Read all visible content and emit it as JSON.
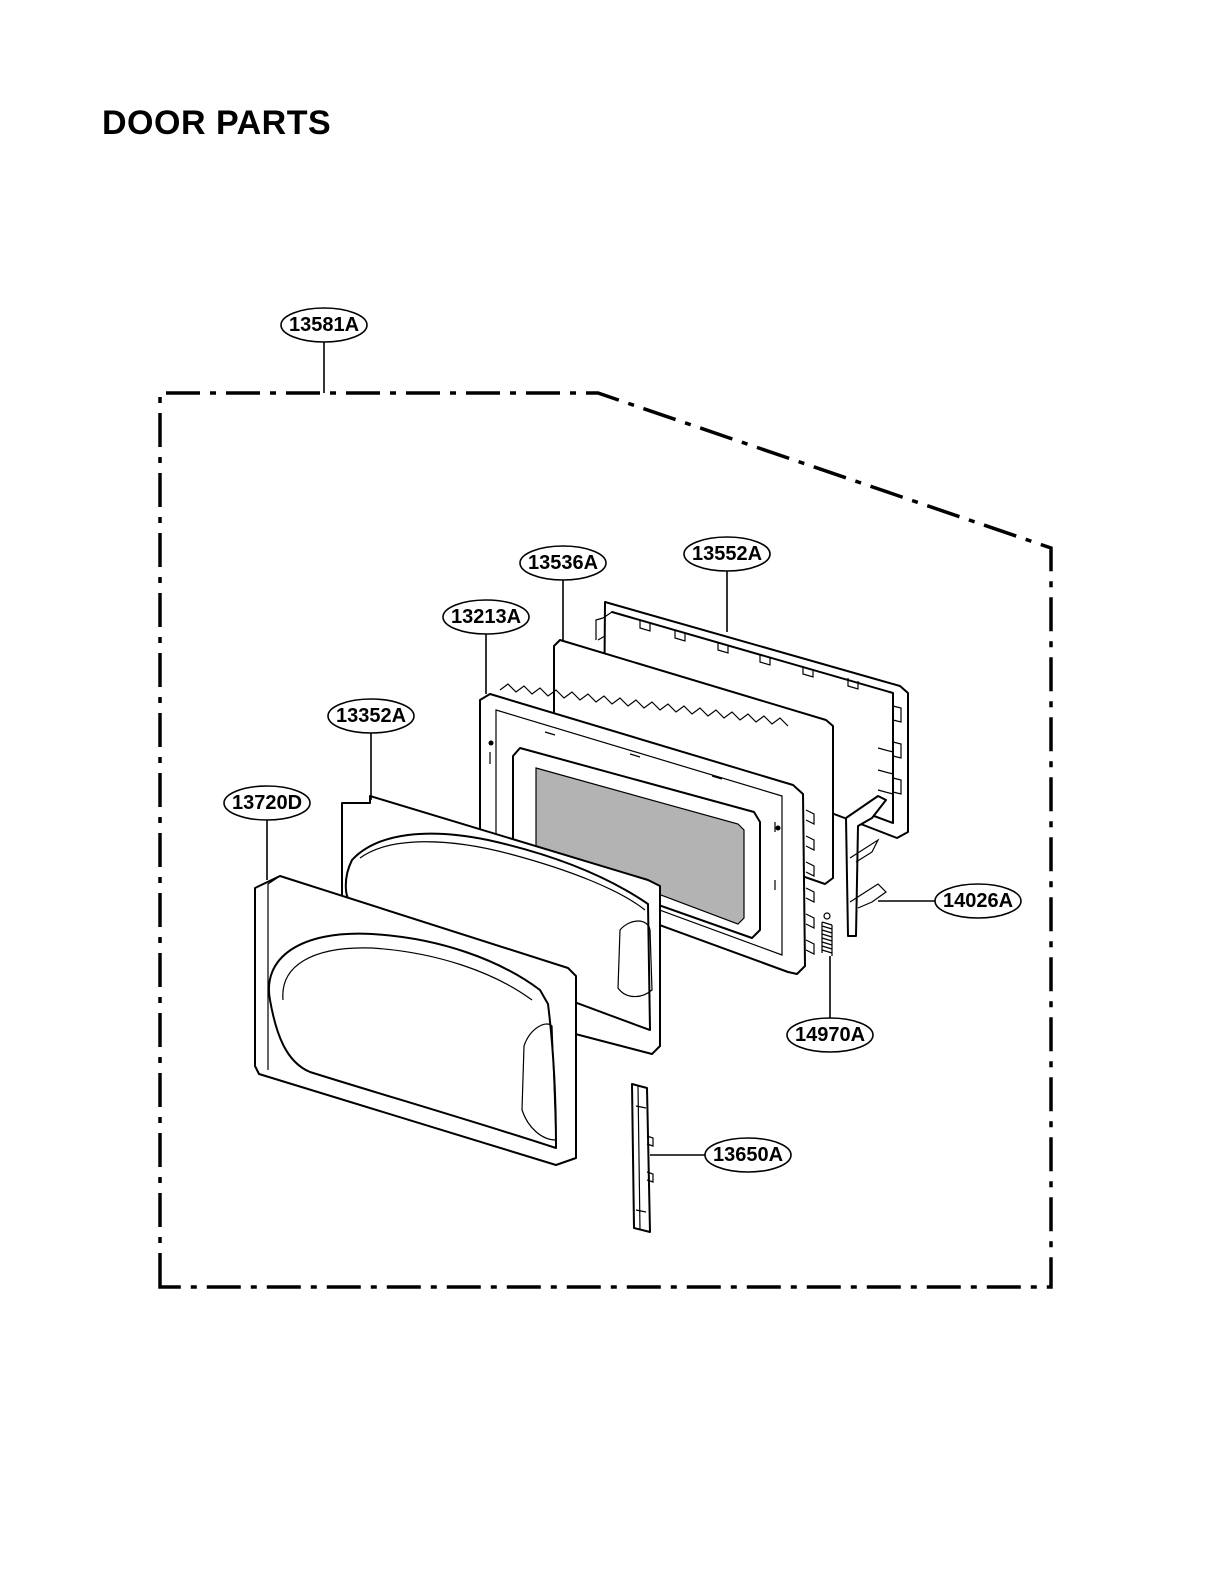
{
  "title": "DOOR PARTS",
  "parts": {
    "assembly": "13581A",
    "door_frame": "13552A",
    "choke_cover": "13536A",
    "door_panel": "13213A",
    "door_frame_inner": "13352A",
    "door_front": "13720D",
    "latch_key": "14026A",
    "latch_spring": "14970A",
    "latch_lever": "13650A"
  },
  "colors": {
    "line": "#000000",
    "window_screen": "#b3b3b3",
    "background": "#ffffff"
  }
}
